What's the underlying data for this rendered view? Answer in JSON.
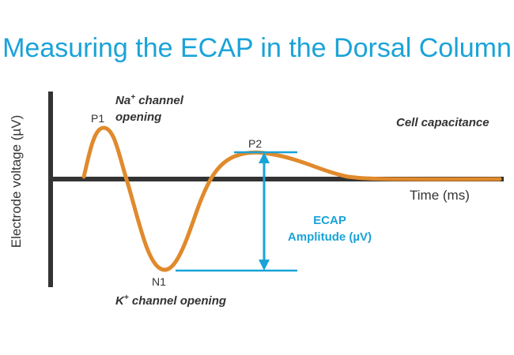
{
  "title": "Measuring the ECAP in the Dorsal Column",
  "axes": {
    "y_label": "Electrode voltage (µV)",
    "x_label": "Time (ms)"
  },
  "peaks": {
    "p1": "P1",
    "n1": "N1",
    "p2": "P2"
  },
  "annotations": {
    "na_line1": "Na",
    "na_sup": "+",
    "na_line1_rest": " channel",
    "na_line2": "opening",
    "k_main": "K",
    "k_sup": "+",
    "k_rest": " channel opening",
    "cell_capacitance": "Cell capacitance"
  },
  "ecap": {
    "line1": "ECAP",
    "line2": "Amplitude (µV)"
  },
  "colors": {
    "title": "#1aa3d8",
    "trace": "#e08a2c",
    "axis": "#333333",
    "ecap": "#1aa3d8",
    "text": "#333333"
  }
}
